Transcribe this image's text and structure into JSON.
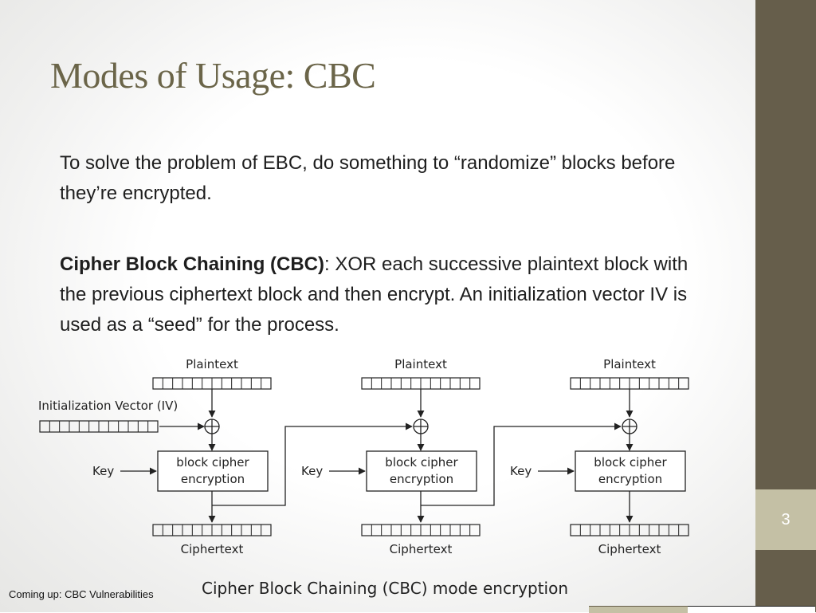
{
  "slide": {
    "title": "Modes of Usage: CBC",
    "paragraph1": "To solve the problem of EBC, do something to “randomize” blocks before they’re encrypted.",
    "paragraph2_bold": "Cipher Block Chaining (CBC)",
    "paragraph2_rest": ": XOR each successive plaintext block with the previous ciphertext block and then encrypt. An initialization vector IV is used as a “seed” for the process.",
    "footer": "Coming up: CBC Vulnerabilities",
    "page_number": "3"
  },
  "diagram": {
    "caption": "Cipher Block Chaining (CBC) mode encryption",
    "iv_label": "Initialization Vector (IV)",
    "plaintext_label": "Plaintext",
    "ciphertext_label": "Ciphertext",
    "key_label": "Key",
    "cipher_line1": "block cipher",
    "cipher_line2": "encryption",
    "stage_count": 3
  },
  "colors": {
    "title": "#6b6549",
    "sidebar": "#665e4b",
    "page_box": "#c4c0a5"
  }
}
